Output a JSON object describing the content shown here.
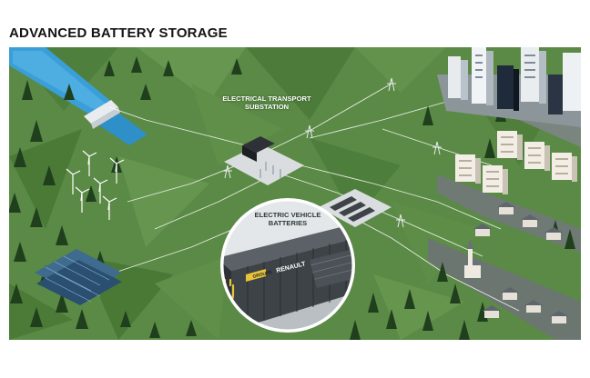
{
  "title": "ADVANCED BATTERY STORAGE",
  "labels": {
    "substation_line1": "ELECTRICAL TRANSPORT",
    "substation_line2": "SUBSTATION",
    "batteries_line1": "ELECTRIC VEHICLE",
    "batteries_line2": "BATTERIES"
  },
  "container_branding": {
    "line1": "GROUPE",
    "line2": "RENAULT"
  },
  "colors": {
    "terrain": "#5a8a45",
    "terrain_dark": "#4a7a38",
    "water": "#3a9fd8",
    "grid_line": "#ffffff",
    "accent_yellow": "#e8c43a",
    "container": "#3e4347"
  }
}
